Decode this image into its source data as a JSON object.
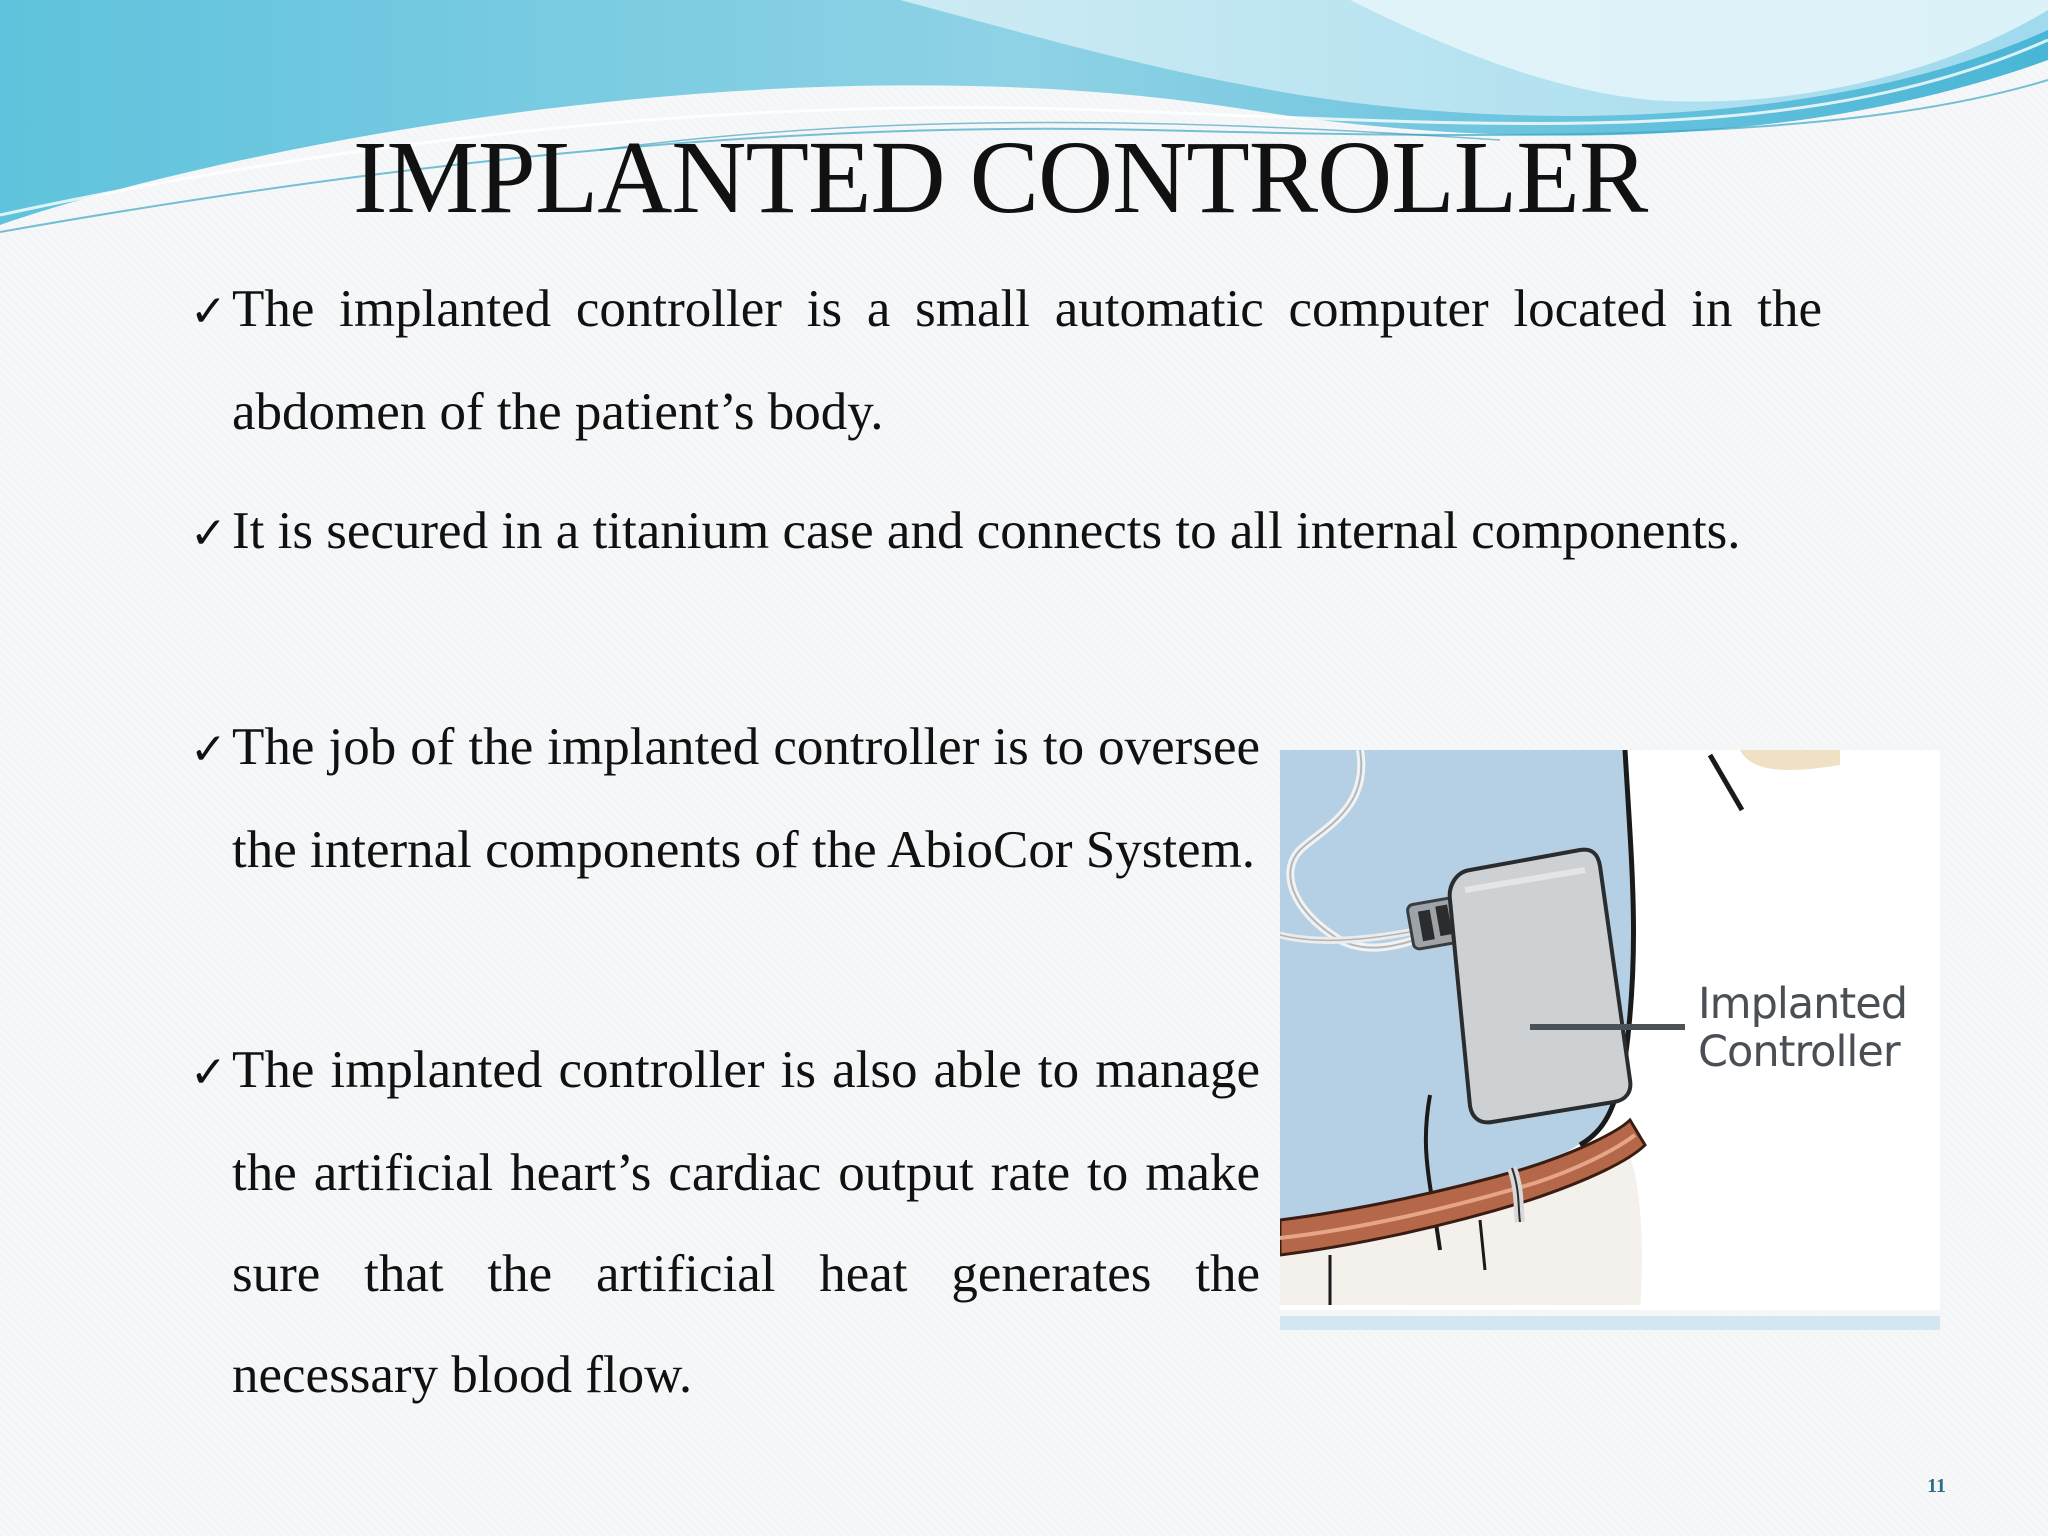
{
  "slide": {
    "title": "IMPLANTED CONTROLLER",
    "bullets": [
      {
        "check": "✓",
        "text": "The implanted controller is a small automatic computer located in the abdomen of the patient’s body."
      },
      {
        "check": "✓",
        "text": "It is secured in a titanium case and connects to all internal components."
      },
      {
        "check": "✓",
        "text": "The job of the implanted controller is to oversee the internal components of the AbioCor  System."
      },
      {
        "check": "✓",
        "text": "The implanted controller is also able to manage the artificial heart’s cardiac output rate to make sure that the artificial heat generates the necessary blood flow."
      }
    ],
    "figure": {
      "label_line1": "Implanted",
      "label_line2": "Controller"
    },
    "page_number": "11"
  },
  "colors": {
    "wave_light": "#bfe6f0",
    "wave_mid": "#7ccbe0",
    "wave_dark": "#36a9c9",
    "body_blue": "#b7d2e6",
    "artery": "#b5684b",
    "page_number": "#2c6e86"
  }
}
